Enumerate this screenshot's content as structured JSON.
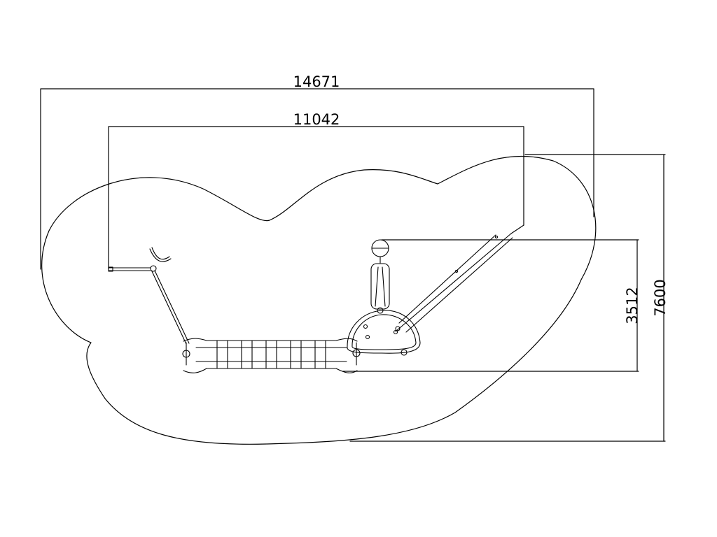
{
  "dimensions": {
    "overall_length": "14671",
    "equipment_length": "11042",
    "overall_width": "7600",
    "equipment_width": "3512"
  },
  "colors": {
    "background": "#ffffff",
    "line": "#000000"
  }
}
